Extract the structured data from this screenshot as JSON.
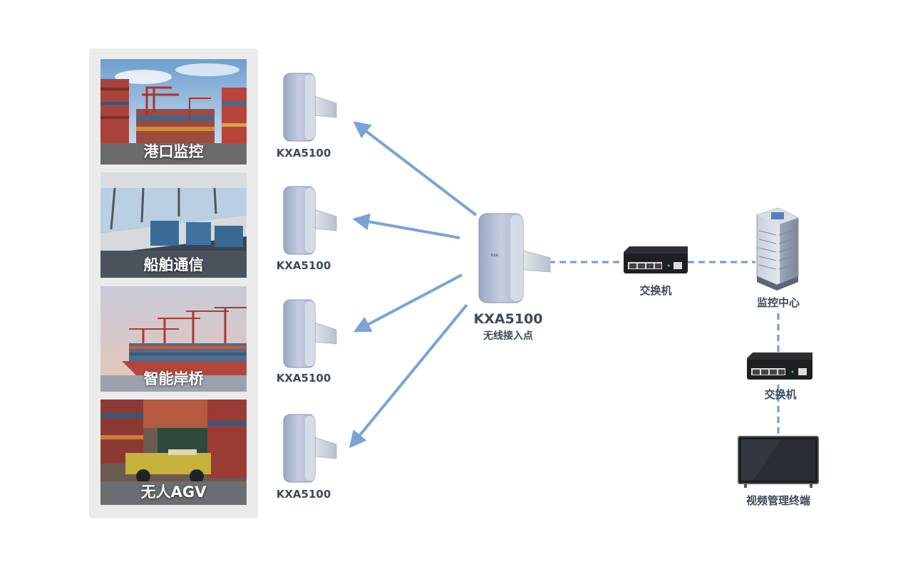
{
  "scenes": [
    {
      "label": "港口监控"
    },
    {
      "label": "船舶通信"
    },
    {
      "label": "智能岸桥"
    },
    {
      "label": "无人AGV"
    }
  ],
  "remote_aps": [
    {
      "model": "KXA5100"
    },
    {
      "model": "KXA5100"
    },
    {
      "model": "KXA5100"
    },
    {
      "model": "KXA5100"
    }
  ],
  "central_ap": {
    "model": "KXA5100",
    "subtitle": "无线接入点",
    "logo": "KXA"
  },
  "switch_top": {
    "label": "交换机"
  },
  "monitoring_center": {
    "label": "监控中心"
  },
  "switch_bottom": {
    "label": "交换机"
  },
  "terminal": {
    "label": "视频管理终端"
  },
  "colors": {
    "arrow": "#7aa3d8",
    "dash": "#6b9bd6",
    "label": "#3e4a5a",
    "panel": "#ebebeb"
  }
}
